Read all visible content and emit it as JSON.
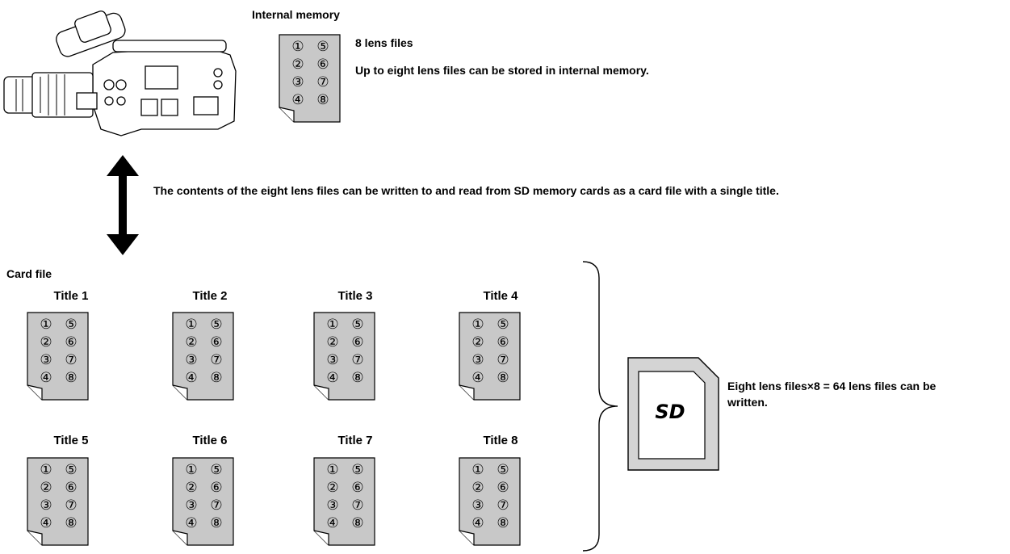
{
  "internal_memory": {
    "heading": "Internal memory",
    "files_label": "8 lens files",
    "description": "Up to eight lens files can be stored in internal memory."
  },
  "transfer_text": "The contents of the eight lens files can be written to and read from SD memory cards as a card file with a single title.",
  "card_file": {
    "heading": "Card file",
    "titles": [
      "Title 1",
      "Title 2",
      "Title 3",
      "Title 4",
      "Title 5",
      "Title 6",
      "Title 7",
      "Title 8"
    ]
  },
  "lens_numbers": [
    "①",
    "②",
    "③",
    "④",
    "⑤",
    "⑥",
    "⑦",
    "⑧"
  ],
  "sd_card": {
    "logo": "SD",
    "caption_line1": "Eight lens files×8 = 64 lens files can be",
    "caption_line2": "written."
  },
  "colors": {
    "doc_fill": "#c8c8c8",
    "card_fill": "#d4d4d4",
    "ink": "#000000"
  }
}
